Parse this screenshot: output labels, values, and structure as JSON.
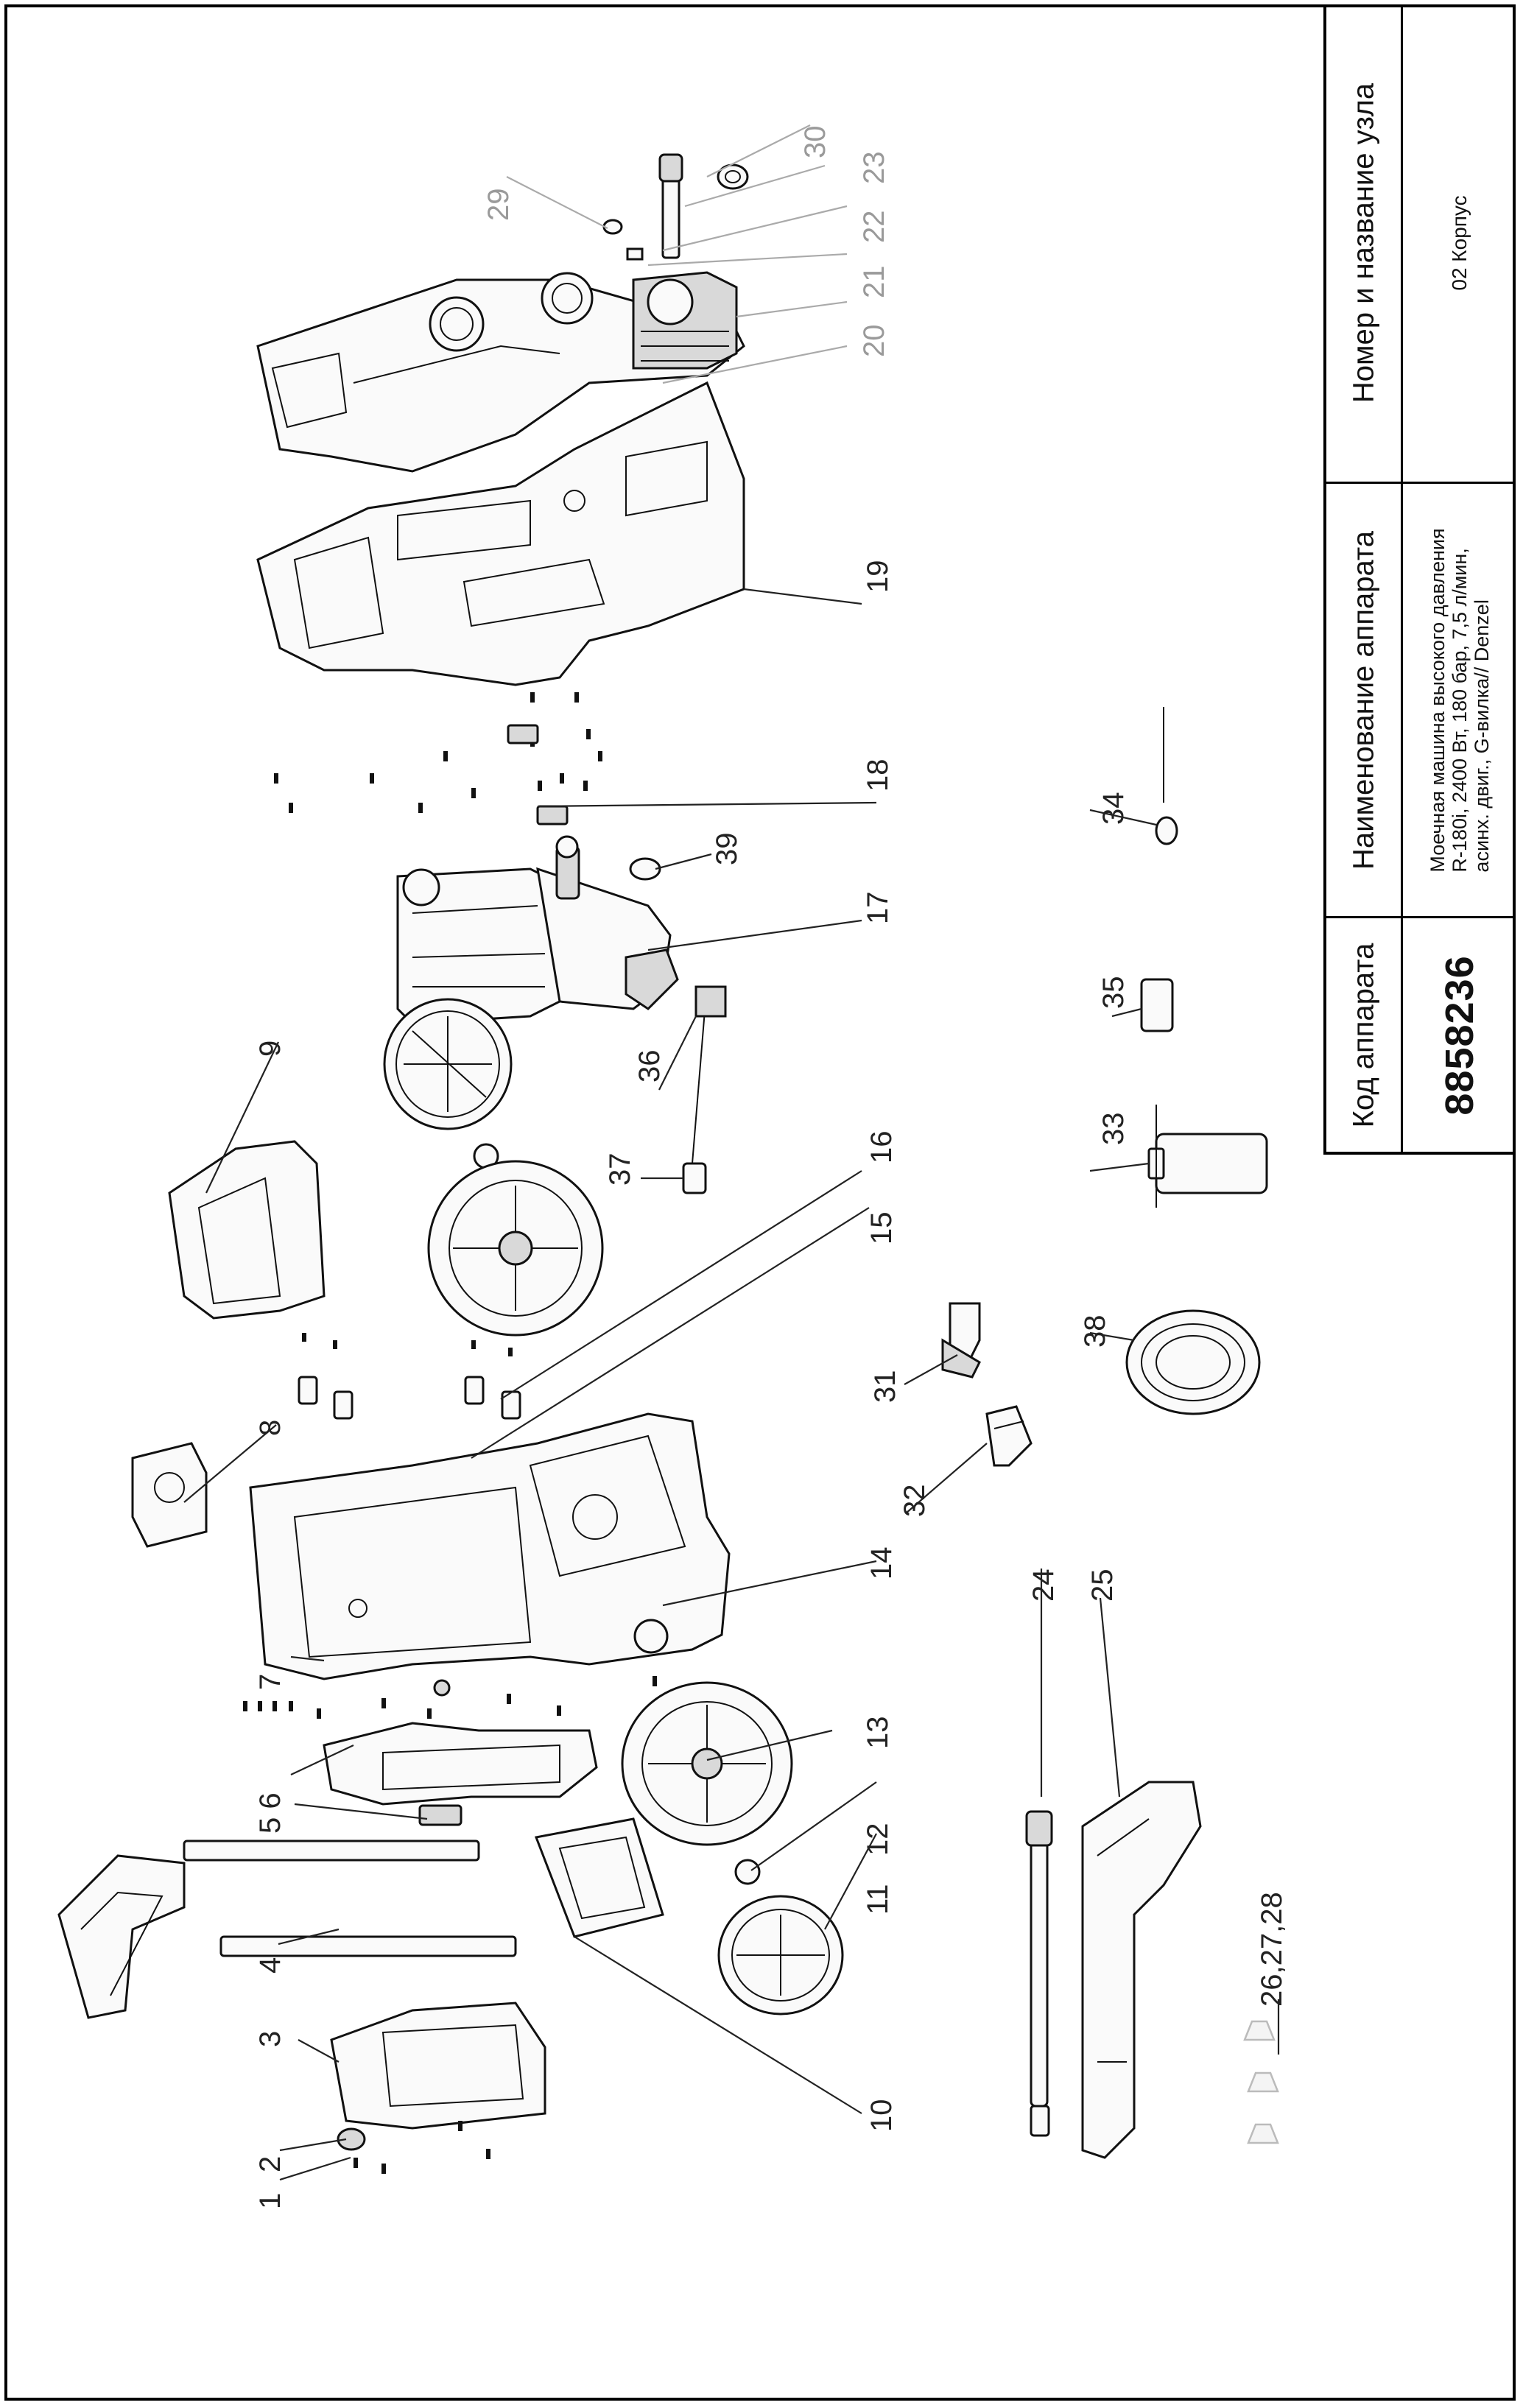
{
  "title_block": {
    "header_node": "Номер и название узла",
    "header_name": "Наименование аппарата",
    "header_code": "Код аппарата",
    "node_value": "02 Корпус",
    "name_lines": [
      "Моечная машина высокого давления",
      "R-180i, 2400 Вт, 180 бар, 7,5 л/мин,",
      "асинх. двиг., G-вилка// Denzel"
    ],
    "code_value": "8858236"
  },
  "callouts": {
    "p1": "1",
    "p2": "2",
    "p3": "3",
    "p4": "4",
    "p5_6": "5 6",
    "p7": "7",
    "p8": "8",
    "p9": "9",
    "p10": "10",
    "p11": "11",
    "p12": "12",
    "p13": "13",
    "p14": "14",
    "p15": "15",
    "p16": "16",
    "p17": "17",
    "p18": "18",
    "p19": "19",
    "p20": "20",
    "p21": "21",
    "p22": "22",
    "p23": "23",
    "p24": "24",
    "p25": "25",
    "p26_28": "26,27,28",
    "p29": "29",
    "p30": "30",
    "p31": "31",
    "p32": "32",
    "p33": "33",
    "p34": "34",
    "p35": "35",
    "p36": "36",
    "p37": "37",
    "p38": "38",
    "p39": "39"
  }
}
